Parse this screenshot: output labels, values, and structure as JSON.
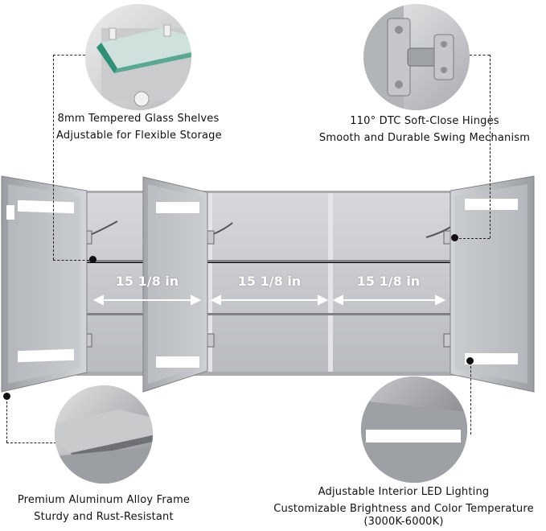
{
  "callouts": {
    "shelves": {
      "line1": "8mm Tempered Glass Shelves",
      "line2": "Adjustable for Flexible Storage"
    },
    "hinges": {
      "line1": "110° DTC Soft-Close Hinges",
      "line2": "Smooth and Durable Swing Mechanism"
    },
    "frame": {
      "line1": "Premium Aluminum Alloy Frame",
      "line2": "Sturdy and Rust-Resistant"
    },
    "lighting": {
      "line1": "Adjustable Interior LED Lighting",
      "line2": "Customizable Brightness and Color Temperature",
      "line3": "(3000K-6000K)"
    }
  },
  "dimensions": {
    "left": "15 1/8 in",
    "middle": "15 1/8 in",
    "right": "15 1/8 in"
  },
  "colors": {
    "frame": "#b9bcc0",
    "interior": "#c9ccd0",
    "led": "#ffffff",
    "glass_edge": "#4a9a86"
  }
}
